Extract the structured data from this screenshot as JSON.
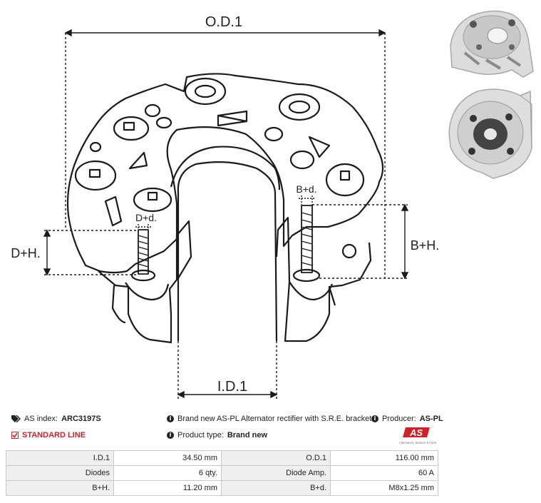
{
  "drawing": {
    "od_label": "O.D.1",
    "id_label": "I.D.1",
    "dh_label": "D+H.",
    "bh_label": "B+H.",
    "dd_label": "D+d.",
    "bd_label": "B+d."
  },
  "info": {
    "index_label": "AS index:",
    "index_value": "ARC3197S",
    "line_label": "STANDARD LINE",
    "description": "Brand new AS-PL Alternator rectifier with S.R.E. bracket",
    "producer_label": "Producer:",
    "producer_value": "AS-PL",
    "type_label": "Product type:",
    "type_value": "Brand new"
  },
  "logo": {
    "text": "AS",
    "tagline": "Alternators, Starters & Parts",
    "color": "#d0202a"
  },
  "specs": [
    {
      "k1": "I.D.1",
      "v1": "34.50 mm",
      "k2": "O.D.1",
      "v2": "116.00 mm"
    },
    {
      "k1": "Diodes",
      "v1": "6 qty.",
      "k2": "Diode Amp.",
      "v2": "60 A"
    },
    {
      "k1": "B+H.",
      "v1": "11.20 mm",
      "k2": "B+d.",
      "v2": "M8x1.25 mm"
    }
  ]
}
